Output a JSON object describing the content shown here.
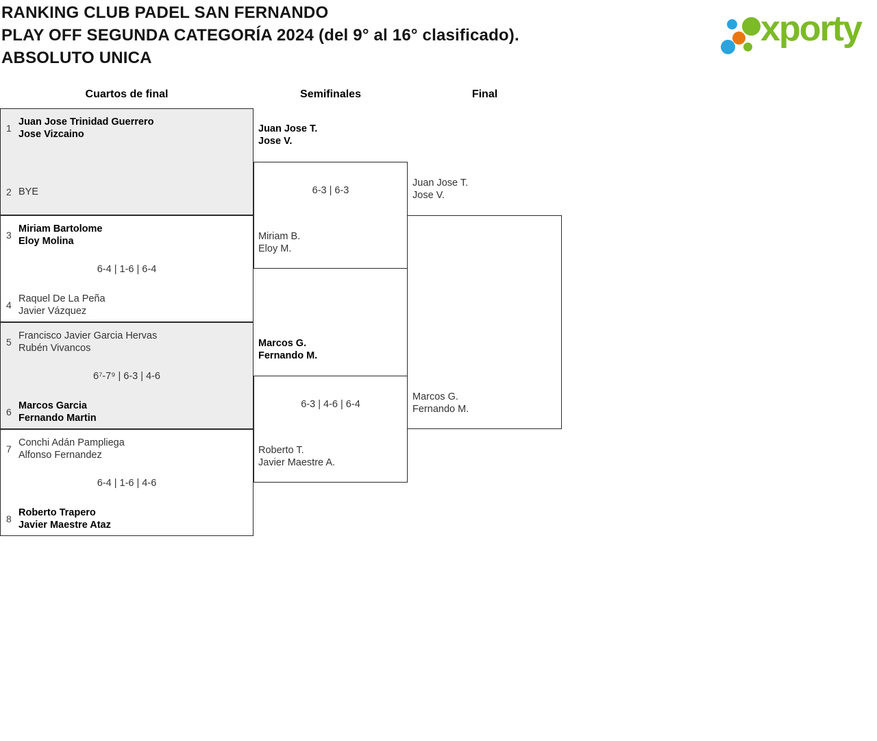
{
  "header": {
    "title_lines": [
      "RANKING CLUB PADEL SAN FERNANDO",
      "PLAY OFF SEGUNDA CATEGORÍA 2024 (del 9° al 16° clasificado).",
      "ABSOLUTO UNICA"
    ],
    "logo_text": "xporty"
  },
  "colors": {
    "logo_green": "#7cba27",
    "logo_blue": "#2aa4dc",
    "logo_orange": "#e87711",
    "box_shaded_gray": "#ededee",
    "box_border": "#2b2b2b"
  },
  "columns": {
    "round1": "Cuartos de final",
    "round2": "Semifinales",
    "round3": "Final"
  },
  "quarterfinals": [
    {
      "shaded": true,
      "top": {
        "seed": "1",
        "names": [
          "Juan Jose Trinidad Guerrero",
          "Jose Vizcaino"
        ],
        "winner": true
      },
      "score": "",
      "bottom": {
        "seed": "2",
        "names": [
          "BYE"
        ],
        "winner": false
      }
    },
    {
      "shaded": false,
      "top": {
        "seed": "3",
        "names": [
          "Miriam Bartolome",
          "Eloy Molina"
        ],
        "winner": true
      },
      "score": "6-4 | 1-6 | 6-4",
      "bottom": {
        "seed": "4",
        "names": [
          "Raquel De La Peña",
          "Javier Vázquez"
        ],
        "winner": false
      }
    },
    {
      "shaded": true,
      "top": {
        "seed": "5",
        "names": [
          "Francisco Javier Garcia Hervas",
          "Rubén Vivancos"
        ],
        "winner": false
      },
      "score": "6⁷-7⁹ | 6-3 | 4-6",
      "bottom": {
        "seed": "6",
        "names": [
          "Marcos Garcia",
          "Fernando Martin"
        ],
        "winner": true
      }
    },
    {
      "shaded": false,
      "top": {
        "seed": "7",
        "names": [
          "Conchi Adán Pampliega",
          "Alfonso Fernandez"
        ],
        "winner": false
      },
      "score": "6-4 | 1-6 | 4-6",
      "bottom": {
        "seed": "8",
        "names": [
          "Roberto Trapero",
          "Javier Maestre Ataz"
        ],
        "winner": true
      }
    }
  ],
  "semifinals": [
    {
      "top": {
        "names": [
          "Juan Jose T.",
          "Jose V."
        ],
        "winner": true
      },
      "score": "6-3 | 6-3",
      "bottom": {
        "names": [
          "Miriam B.",
          "Eloy M."
        ],
        "winner": false
      }
    },
    {
      "top": {
        "names": [
          "Marcos G.",
          "Fernando M."
        ],
        "winner": true
      },
      "score": "6-3 | 4-6 | 6-4",
      "bottom": {
        "names": [
          "Roberto T.",
          "Javier Maestre A."
        ],
        "winner": false
      }
    }
  ],
  "final": {
    "top": {
      "names": [
        "Juan Jose T.",
        "Jose V."
      ],
      "winner": false
    },
    "score": "",
    "bottom": {
      "names": [
        "Marcos G.",
        "Fernando M."
      ],
      "winner": false
    }
  }
}
